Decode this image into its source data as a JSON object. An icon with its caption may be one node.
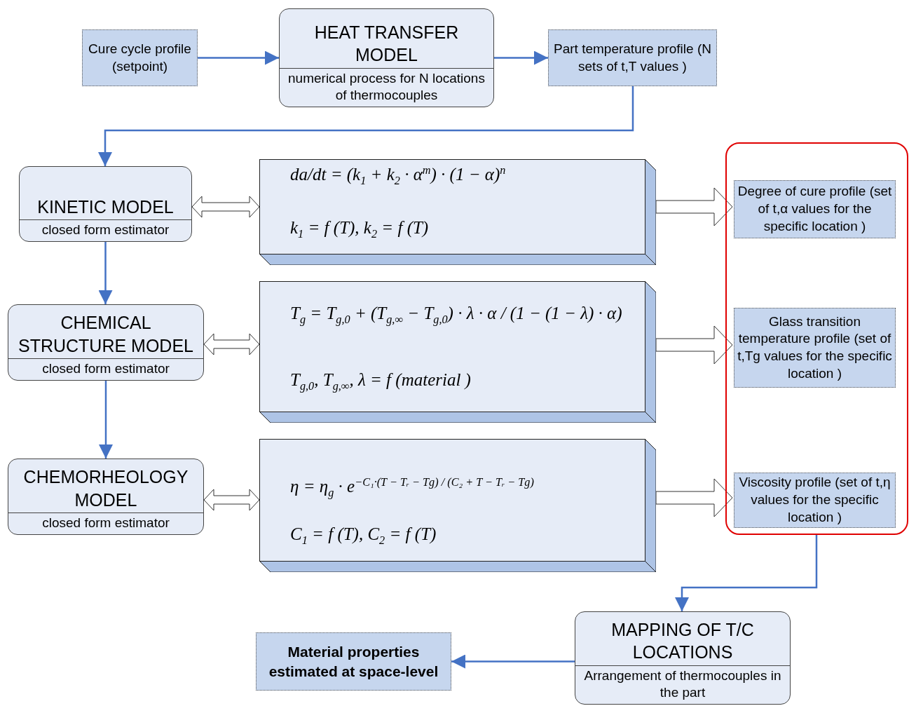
{
  "diagram": {
    "nodes": [
      {
        "text": [
          "Cure cycle profile (setpoint)"
        ]
      },
      {
        "text": [
          "HEAT TRANSFER MODEL",
          "numerical process for N locations of thermocouples"
        ]
      },
      {
        "text": [
          "Part temperature profile (N sets of t,T values )"
        ]
      },
      {
        "text": [
          "KINETIC MODEL",
          "closed form estimator"
        ]
      },
      {
        "text": [
          "da/dt = (k$_{1}$ + k$_{2}$ · α$^{m}$) · (1 − α)$^{n}$",
          "k$_{1}$ = f (T),    k$_{2}$ = f (T)"
        ]
      },
      {
        "text": [
          "CHEMICAL STRUCTURE MODEL",
          "closed form estimator"
        ]
      },
      {
        "text": [
          "T$_{g}$ = T$_{g,0}$ + (T$_{g,∞}$ − T$_{g,0}$) · λ · α / (1 − (1 − λ) · α)",
          "T$_{g,0}$, T$_{g,∞}$, λ = f (material )"
        ]
      },
      {
        "text": [
          "CHEMORHEOLOGY MODEL",
          "closed form estimator"
        ]
      },
      {
        "text": [
          "η = η$_{g}$ · e$^{−C₁·(T − Tᵣ − Tg) / (C₂ + T − Tᵣ − Tg)}$",
          "C$_{1}$ = f (T),   C$_{2}$ = f (T)"
        ]
      },
      {
        "text": [],
        "shape": "box"
      },
      {
        "text": [
          "Degree of cure profile (set of t,α values for the specific location )"
        ],
        "in": 9
      },
      {
        "text": [
          "Glass transition temperature profile (set of t,Tg values for the specific location )"
        ],
        "in": 9
      },
      {
        "text": [
          "Viscosity profile (set of t,η  values for the specific location )"
        ],
        "in": 9
      },
      {
        "text": [
          "MAPPING OF T/C LOCATIONS",
          "Arrangement of thermocouples in the part"
        ]
      },
      {
        "text": [
          "Material properties estimated at space-level"
        ]
      }
    ],
    "edges": [
      {
        "from": 0,
        "to": 1,
        "arrow": "to"
      },
      {
        "from": 1,
        "to": 2,
        "arrow": "to"
      },
      {
        "from": 2,
        "to": 3,
        "arrow": "to"
      },
      {
        "from": 3,
        "to": 4,
        "arrow": "both",
        "style": "thick"
      },
      {
        "from": 3,
        "to": 5,
        "arrow": "to"
      },
      {
        "from": 5,
        "to": 6,
        "arrow": "both",
        "style": "thick"
      },
      {
        "from": 5,
        "to": 7,
        "arrow": "to"
      },
      {
        "from": 7,
        "to": 8,
        "arrow": "both",
        "style": "thick"
      },
      {
        "from": 4,
        "to": 10,
        "arrow": "to",
        "style": "thick"
      },
      {
        "from": 6,
        "to": 11,
        "arrow": "to",
        "style": "thick"
      },
      {
        "from": 8,
        "to": 12,
        "arrow": "to",
        "style": "thick"
      },
      {
        "from": 9,
        "to": 13,
        "arrow": "to"
      },
      {
        "from": 13,
        "to": 14,
        "arrow": "to"
      }
    ]
  }
}
